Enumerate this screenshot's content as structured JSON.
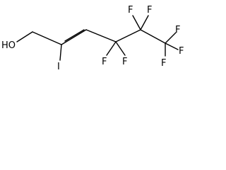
{
  "molecule": {
    "atoms": {
      "oh": "HO",
      "i": "I",
      "f1": "F",
      "f2": "F",
      "f3": "F",
      "f4": "F",
      "f5": "F",
      "f6": "F",
      "f7": "F"
    }
  },
  "colors": {
    "ink": "#000000",
    "background": "#ffffff"
  }
}
